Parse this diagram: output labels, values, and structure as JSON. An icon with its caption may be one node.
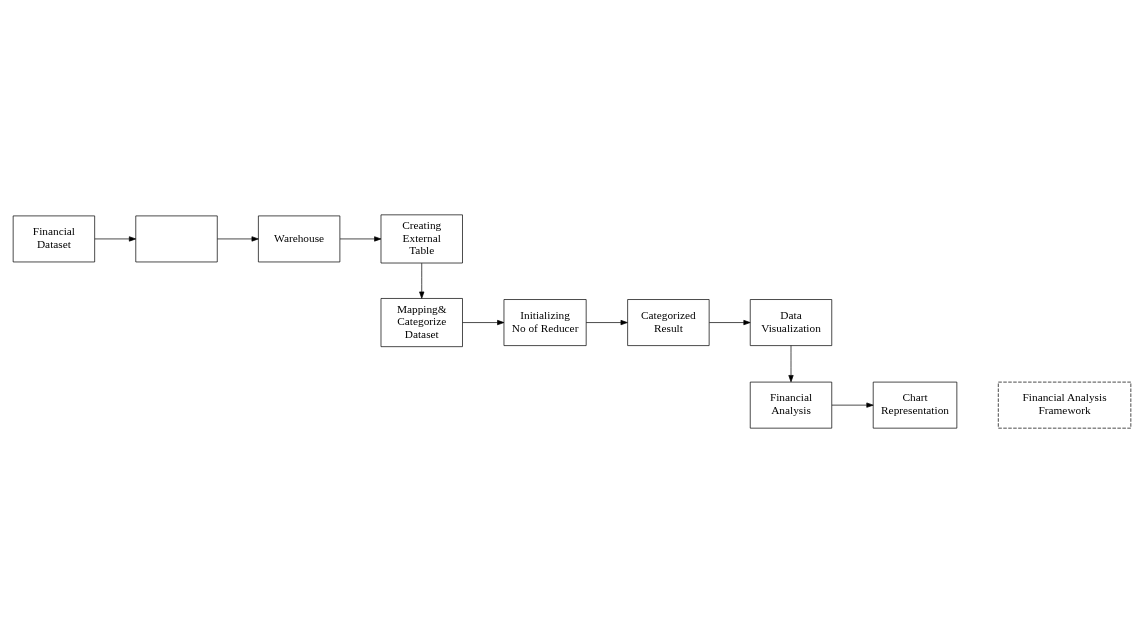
{
  "diagram": {
    "nodes": [
      {
        "text": [
          "Financial Dataset"
        ]
      },
      {
        "text": [],
        "shape": "box"
      },
      {
        "text": [
          "Warehouse"
        ]
      },
      {
        "text": [
          "Creating External Table"
        ]
      },
      {
        "text": [
          "Mapping& Categorize Dataset"
        ]
      },
      {
        "text": [
          "Initializing No of Reducer"
        ]
      },
      {
        "text": [
          "Categorized Result"
        ]
      },
      {
        "text": [
          "Data Visualization"
        ]
      },
      {
        "text": [
          "Financial Analysis"
        ]
      },
      {
        "text": [
          "Chart Representation"
        ]
      },
      {
        "text": [
          "Financial Analysis Framework"
        ]
      }
    ],
    "edges": [
      {
        "from": 0,
        "to": 1,
        "arrow": "to"
      },
      {
        "from": 1,
        "to": 2,
        "arrow": "to"
      },
      {
        "from": 2,
        "to": 3,
        "arrow": "to"
      },
      {
        "from": 3,
        "to": 4,
        "arrow": "to"
      },
      {
        "from": 4,
        "to": 5,
        "arrow": "to"
      },
      {
        "from": 5,
        "to": 6,
        "arrow": "to"
      },
      {
        "from": 6,
        "to": 7,
        "arrow": "to"
      },
      {
        "from": 7,
        "to": 8,
        "arrow": "to"
      },
      {
        "from": 8,
        "to": 9,
        "arrow": "to"
      }
    ]
  }
}
